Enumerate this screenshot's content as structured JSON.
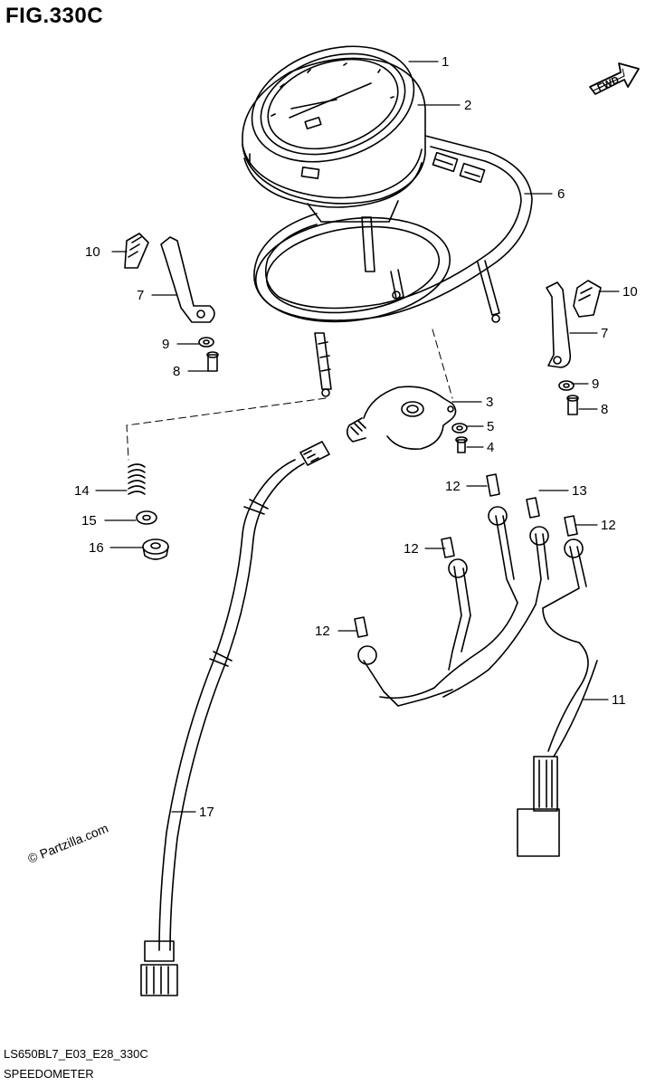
{
  "header": {
    "figure": "FIG.330C"
  },
  "fwd_label": "FWD",
  "watermark": "© Partzilla.com",
  "footer": {
    "code": "LS650BL7_E03_E28_330C",
    "name": "SPEEDOMETER"
  },
  "callouts": [
    {
      "id": "c1",
      "label": "1"
    },
    {
      "id": "c2",
      "label": "2"
    },
    {
      "id": "c6",
      "label": "6"
    },
    {
      "id": "c10l",
      "label": "10"
    },
    {
      "id": "c7l",
      "label": "7"
    },
    {
      "id": "c9l",
      "label": "9"
    },
    {
      "id": "c8l",
      "label": "8"
    },
    {
      "id": "c10r",
      "label": "10"
    },
    {
      "id": "c7r",
      "label": "7"
    },
    {
      "id": "c9r",
      "label": "9"
    },
    {
      "id": "c8r",
      "label": "8"
    },
    {
      "id": "c3",
      "label": "3"
    },
    {
      "id": "c5",
      "label": "5"
    },
    {
      "id": "c4",
      "label": "4"
    },
    {
      "id": "c14",
      "label": "14"
    },
    {
      "id": "c15",
      "label": "15"
    },
    {
      "id": "c16",
      "label": "16"
    },
    {
      "id": "c12a",
      "label": "12"
    },
    {
      "id": "c13",
      "label": "13"
    },
    {
      "id": "c12b",
      "label": "12"
    },
    {
      "id": "c12c",
      "label": "12"
    },
    {
      "id": "c12d",
      "label": "12"
    },
    {
      "id": "c11",
      "label": "11"
    },
    {
      "id": "c17",
      "label": "17"
    }
  ]
}
